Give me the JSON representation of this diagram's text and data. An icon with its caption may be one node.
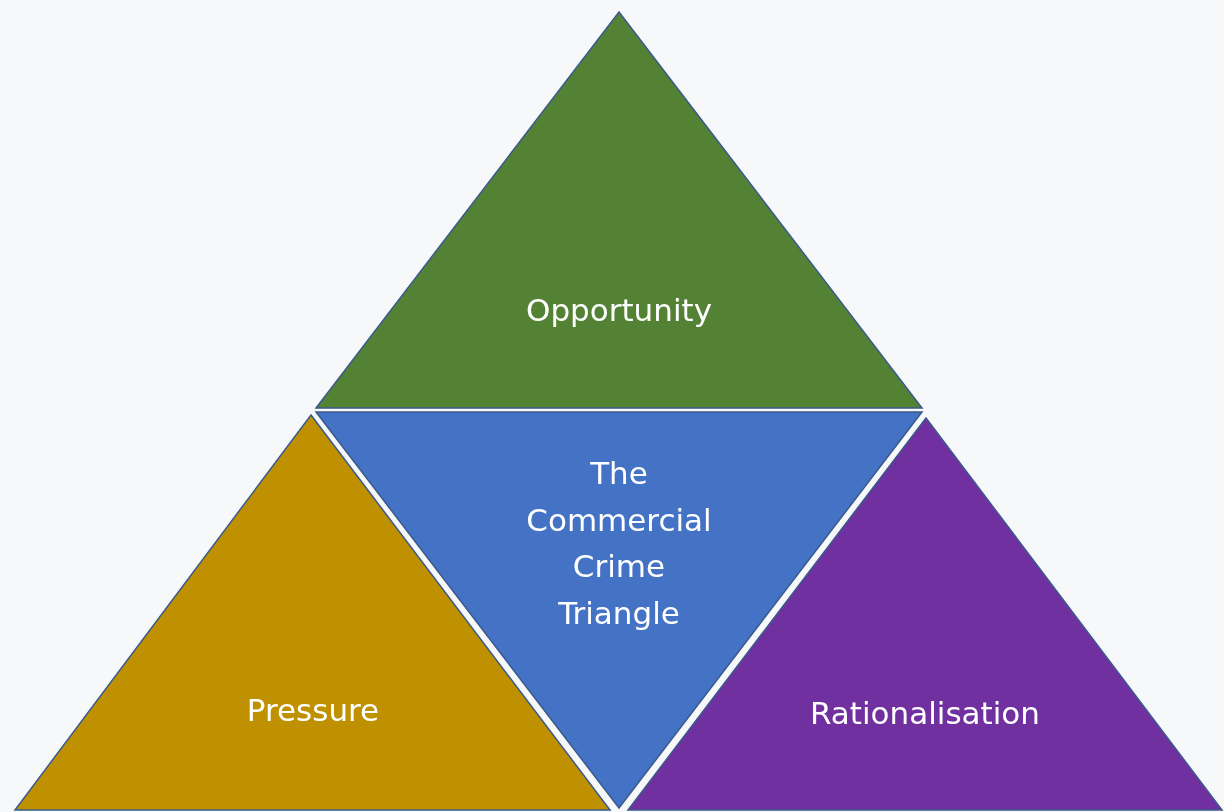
{
  "diagram": {
    "nodes": [
      {
        "text": [
          "Opportunity"
        ]
      },
      {
        "text": [
          "The Commercial Crime Triangle"
        ]
      },
      {
        "text": [
          "Pressure"
        ]
      },
      {
        "text": [
          "Rationalisation"
        ]
      }
    ]
  }
}
